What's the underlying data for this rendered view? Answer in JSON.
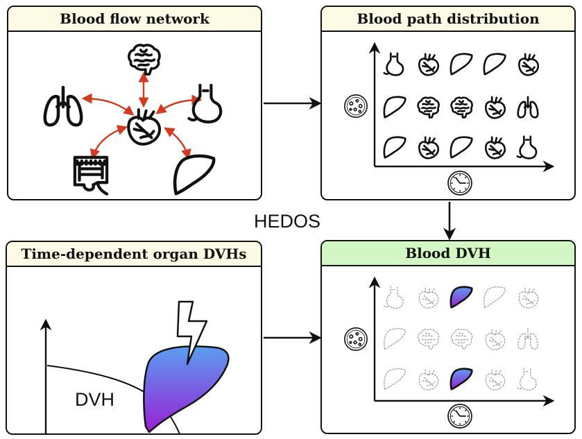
{
  "panels": {
    "flow": {
      "title": "Blood flow network"
    },
    "path": {
      "title": "Blood path distribution"
    },
    "organ": {
      "title": "Time-dependent organ DVHs",
      "curve_label": "DVH"
    },
    "blood": {
      "title": "Blood DVH"
    }
  },
  "center_label": "HEDOS",
  "colors": {
    "panel_title_bg": "#fdfbe6",
    "blood_title_bg": "#d2f7c4",
    "flow_arrow": "#d23b1f",
    "liver_gradient_top": "#5a9ef0",
    "liver_gradient_bottom": "#9a1fd6"
  },
  "grids": {
    "path": [
      [
        "stomach-icon",
        "heart-icon",
        "liver-icon",
        "liver-icon",
        "heart-icon"
      ],
      [
        "liver-icon",
        "brain-icon",
        "brain-icon",
        "heart-icon",
        "lungs-icon"
      ],
      [
        "liver-icon",
        "heart-icon",
        "liver-icon",
        "heart-icon",
        "stomach-icon"
      ]
    ],
    "blood_highlighted": [
      "row1-col3",
      "row3-col3"
    ]
  },
  "axes_icons": {
    "y": "blood-cell-icon",
    "x": "clock-icon"
  }
}
